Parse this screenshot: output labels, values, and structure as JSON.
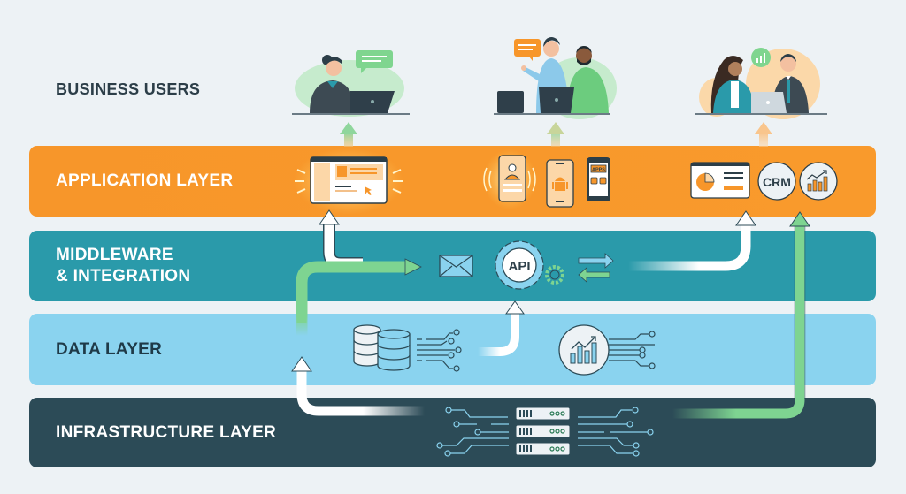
{
  "diagram": {
    "title_row_label": "BUSINESS USERS",
    "layers": [
      {
        "id": "application",
        "label": "APPLICATION LAYER",
        "color": "#f7962a"
      },
      {
        "id": "middleware",
        "label_line1": "MIDDLEWARE",
        "label_line2": "& INTEGRATION",
        "color": "#2a9aaa"
      },
      {
        "id": "data",
        "label": "DATA LAYER",
        "color": "#8ad3ef"
      },
      {
        "id": "infrastructure",
        "label": "INFRASTRUCTURE LAYER",
        "color": "#2c4b57"
      }
    ],
    "user_groups": [
      {
        "name": "single-user-laptop",
        "bubble": "chat-bubble-green"
      },
      {
        "name": "two-users-collaborating",
        "bubble": "chat-bubble-orange"
      },
      {
        "name": "two-users-meeting",
        "bubble": "chart-bubble-green"
      }
    ],
    "application_icons": [
      "web-app-window",
      "mobile-profile-app",
      "android-phone",
      "apps-phone",
      "dashboard-window",
      "crm-badge",
      "analytics-badge"
    ],
    "middleware_icons": [
      "mail-icon",
      "api-gear",
      "small-gear",
      "sync-arrows"
    ],
    "data_icons": [
      "database-stack",
      "analytics-circle"
    ],
    "infrastructure_icons": [
      "server-rack"
    ],
    "texts": {
      "apps_label": "APPS",
      "crm_label": "CRM",
      "api_label": "API"
    },
    "accent_colors": {
      "green_flow": "#7ed491",
      "white_flow": "#ffffff",
      "outline": "#2c3e48"
    }
  }
}
